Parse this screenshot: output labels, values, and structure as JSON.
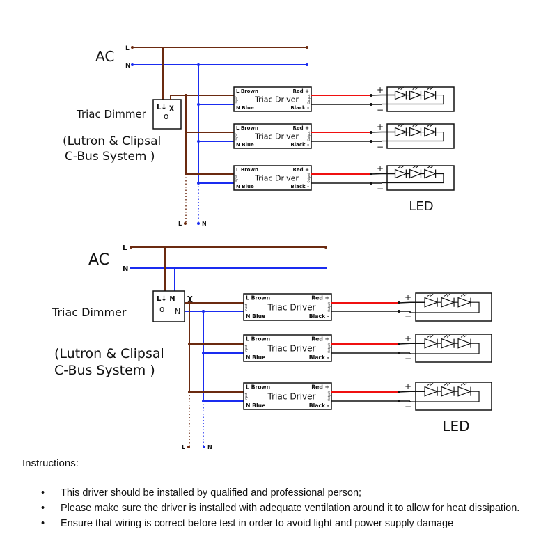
{
  "diagrams": [
    {
      "ac_label": "AC",
      "l_label": "L",
      "n_label": "N",
      "dimmer_label": "Triac Dimmer",
      "dimmer_terminals": "L↓ χ",
      "dimmer_knob": "o",
      "system_line1": "(Lutron & Clipsal",
      "system_line2": "C-Bus System )",
      "led_label": "LED",
      "bottom_l": "L",
      "bottom_n": "N"
    },
    {
      "ac_label": "AC",
      "l_label": "L",
      "n_label": "N",
      "dimmer_label": "Triac Dimmer",
      "dimmer_terminals": "L↓ N",
      "dimmer_knob": "o",
      "dimmer_n": "N",
      "dimmer_symbol": "χ",
      "system_line1": "(Lutron & Clipsal",
      "system_line2": "C-Bus System )",
      "led_label": "LED",
      "bottom_l": "L",
      "bottom_n": "N"
    }
  ],
  "driver": {
    "title": "Triac Driver",
    "l_in": "L Brown",
    "n_in": "N Blue",
    "red_out": "Red +",
    "black_out": "Black -",
    "input_tag": "Input",
    "output_tag": "Output"
  },
  "led_terminals": {
    "plus": "+",
    "minus": "−"
  },
  "colors": {
    "live": "#6b2a10",
    "neutral": "#1a2cf0",
    "positive": "#f01010",
    "negative": "#111111"
  },
  "instructions": {
    "title": "Instructions:",
    "items": [
      "This driver should be installed by qualified and professional person;",
      "Please make sure the driver is installed with adequate ventilation around it to allow for heat dissipation.",
      "Ensure that wiring is correct before test in order to avoid light and power supply damage"
    ]
  }
}
